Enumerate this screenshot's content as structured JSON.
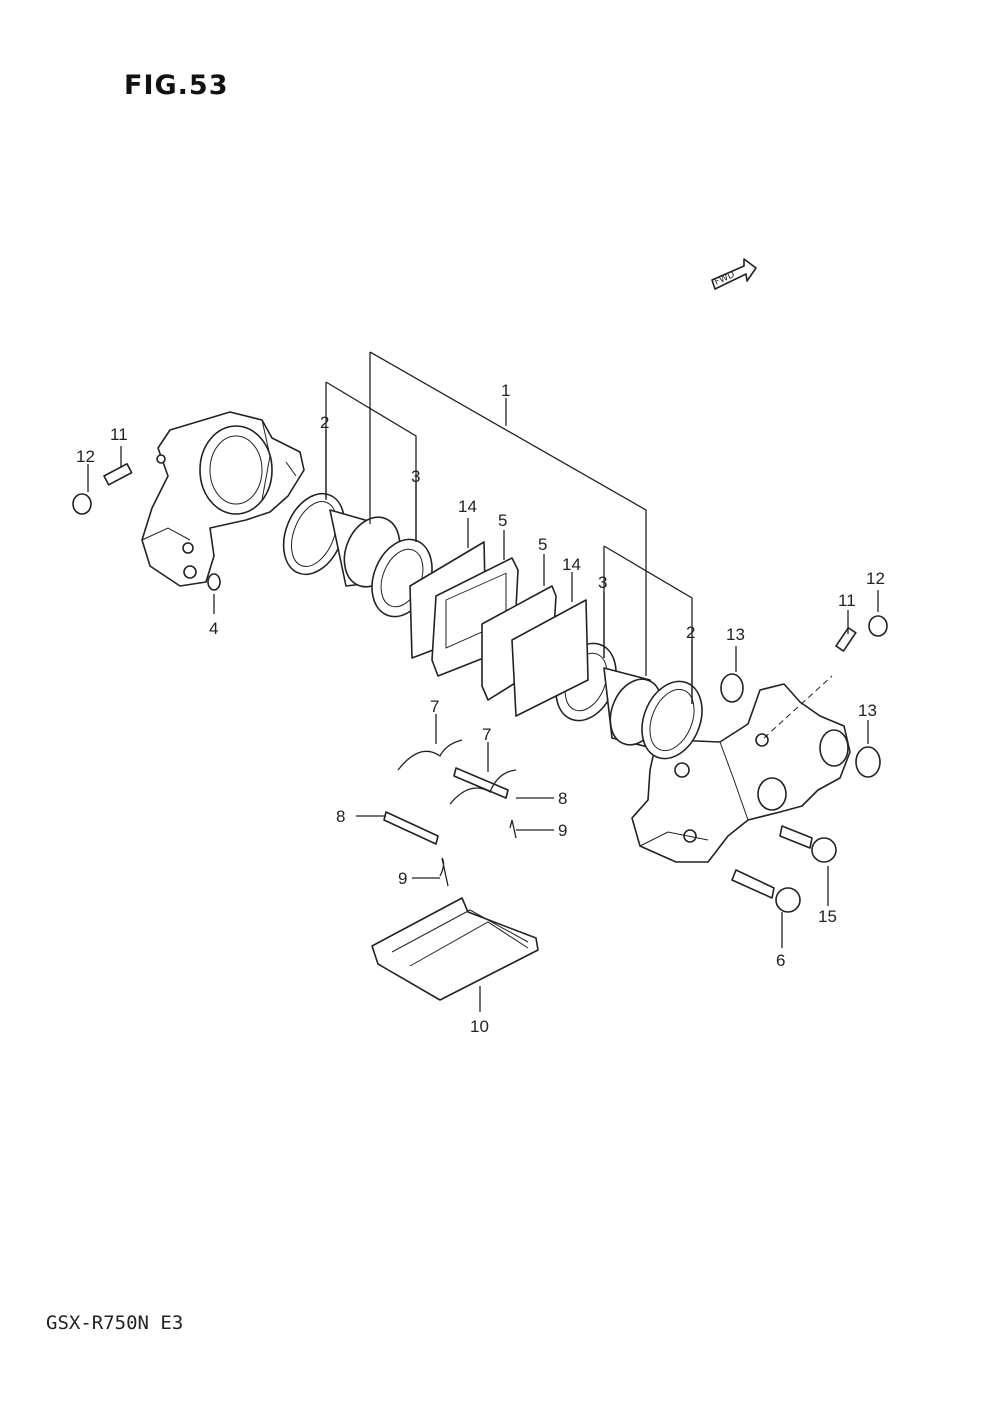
{
  "figure": {
    "title": "FIG.53",
    "model": "GSX-R750N E3",
    "direction_mark": "FWD"
  },
  "callouts": [
    {
      "number": "1"
    },
    {
      "number": "2"
    },
    {
      "number": "2"
    },
    {
      "number": "3"
    },
    {
      "number": "3"
    },
    {
      "number": "4"
    },
    {
      "number": "5"
    },
    {
      "number": "5"
    },
    {
      "number": "6"
    },
    {
      "number": "7"
    },
    {
      "number": "7"
    },
    {
      "number": "8"
    },
    {
      "number": "8"
    },
    {
      "number": "9"
    },
    {
      "number": "9"
    },
    {
      "number": "10"
    },
    {
      "number": "11"
    },
    {
      "number": "11"
    },
    {
      "number": "12"
    },
    {
      "number": "12"
    },
    {
      "number": "13"
    },
    {
      "number": "13"
    },
    {
      "number": "14"
    },
    {
      "number": "14"
    },
    {
      "number": "15"
    }
  ]
}
